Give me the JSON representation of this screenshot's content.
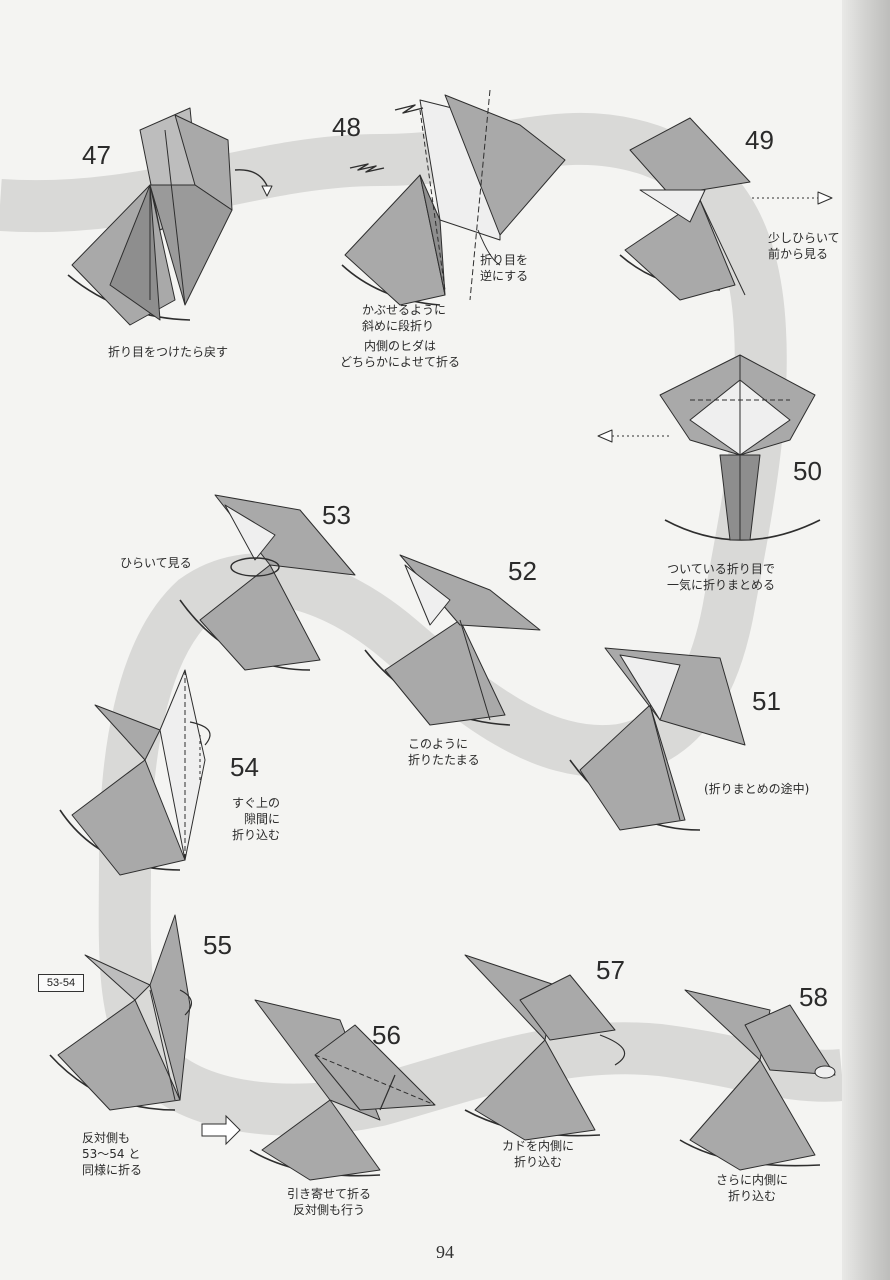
{
  "steps": [
    {
      "number": "47",
      "caption": "折り目をつけたら戻す"
    },
    {
      "number": "48",
      "caption_left": "かぶせるように\n斜めに段折り",
      "caption_bottom": "内側のヒダは\nどちらかによせて折る",
      "caption_right": "折り目を\n逆にする"
    },
    {
      "number": "49",
      "caption": "少しひらいて\n前から見る"
    },
    {
      "number": "50",
      "caption": "ついている折り目で\n一気に折りまとめる"
    },
    {
      "number": "51",
      "caption": "(折りまとめの途中)"
    },
    {
      "number": "52",
      "caption": "このように\n折りたたまる"
    },
    {
      "number": "53",
      "caption": "ひらいて見る"
    },
    {
      "number": "54",
      "caption": "すぐ上の\n隙間に\n折り込む"
    },
    {
      "number": "55",
      "ref_box": "53-54",
      "caption": "反対側も\n53〜54 と\n同様に折る"
    },
    {
      "number": "56",
      "caption": "引き寄せて折る\n反対側も行う"
    },
    {
      "number": "57",
      "caption": "カドを内側に\n折り込む"
    },
    {
      "number": "58",
      "caption": "さらに内側に\n折り込む"
    }
  ],
  "page_number": "94",
  "colors": {
    "paper": "#a9a9a9",
    "paper_dark": "#8e8e8e",
    "paper_light": "#ececec",
    "band": "#d9d9d7",
    "line": "#2e2e2e"
  }
}
